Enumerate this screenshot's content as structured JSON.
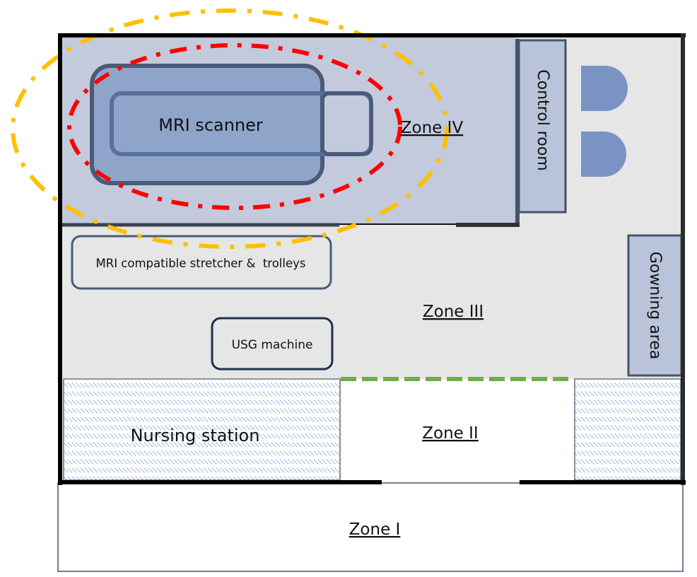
{
  "diagram": {
    "title": "MRI suite zoning floor plan",
    "zones": {
      "zone1": "Zone I",
      "zone2": "Zone II",
      "zone3": "Zone III",
      "zone4": "Zone IV"
    },
    "rooms": {
      "control_room": "Control room",
      "gowning_area": "Gowning area",
      "nursing_station": "Nursing station"
    },
    "equipment": {
      "mri_scanner": "MRI scanner",
      "stretcher": "MRI compatible stretcher &  trolleys",
      "usg": "USG machine"
    },
    "colors": {
      "zone4_fill": "#c3cadb",
      "zone3_fill": "#e6e6e6",
      "scanner_fill": "#8ea5c9",
      "equipment_stroke": "#4a5a78",
      "chair_fill": "#7893c4",
      "wall": "#000000",
      "gauss_line_5": "#ff0000",
      "gauss_line_outer": "#ffc000",
      "zone2_boundary": "#70ad47",
      "hatch": "#4472c4"
    },
    "annotations": {
      "inner_field_boundary": "red dash-dot ellipse around scanner",
      "outer_field_boundary": "yellow dash-dot ellipse around scanner",
      "zone2_zone3_boundary": "green dashed line"
    }
  }
}
